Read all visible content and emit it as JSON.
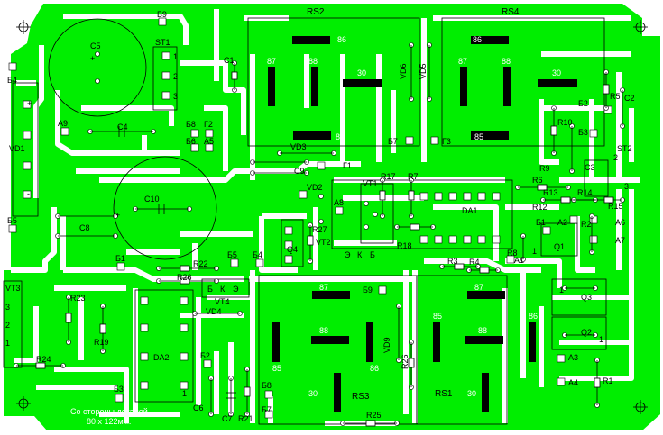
{
  "board": {
    "note_line1": "Со стороны деталей.",
    "note_line2": "80 x 122мм.",
    "colors": {
      "copper": "#00ee00",
      "board": "#ffffff",
      "ink": "#000000",
      "pad": "#ffffff"
    }
  },
  "relays": [
    {
      "ref": "RS2",
      "p86": "86",
      "p87": "87",
      "p88": "88",
      "p30": "30",
      "p85": "85"
    },
    {
      "ref": "RS4",
      "p86": "86",
      "p87": "87",
      "p88": "88",
      "p30": "30",
      "p85": "85"
    },
    {
      "ref": "RS3",
      "p86": "86",
      "p87": "87",
      "p88": "88",
      "p30": "30",
      "p85": "85"
    },
    {
      "ref": "RS1",
      "p86": "86",
      "p87": "87",
      "p88": "88",
      "p30": "30",
      "p85": "85"
    }
  ],
  "labels": {
    "B9": "Б9",
    "ST1": "ST1",
    "C5": "C5",
    "C1": "C1",
    "B4": "Б4",
    "VD1": "VD1",
    "B5": "Б5",
    "A9": "A9",
    "C4": "C4",
    "B8": "Б8",
    "G2": "Г2",
    "B6": "Б6",
    "A5": "A5",
    "VD6": "VD6",
    "VD5": "VD5",
    "B7": "Б7",
    "G3": "Г3",
    "VD3": "VD3",
    "R5": "R5",
    "C2": "C2",
    "B2": "Б2",
    "R10": "R10",
    "B3": "Б3",
    "ST2": "ST2",
    "R9": "R9",
    "C3": "C3",
    "G1": "Г1",
    "C9": "C9",
    "VD2": "VD2",
    "R17": "R17",
    "R7": "R7",
    "VT1": "VT1",
    "R6": "R6",
    "R13": "R13",
    "R14": "R14",
    "R15": "R15",
    "C10": "C10",
    "A8": "A8",
    "DA1": "DA1",
    "R12": "R12",
    "B1": "Б1",
    "A2": "A2",
    "R2": "R2",
    "A6": "A6",
    "C8": "C8",
    "R27": "R27",
    "VT2": "VT2",
    "R18": "R18",
    "R8": "R8",
    "Q1": "Q1",
    "A7": "A7",
    "Q4": "Q4",
    "E": "Э",
    "K": "К",
    "Bs": "Б",
    "R3": "R3",
    "R4": "R4",
    "A1": "A1",
    "B1b": "Б1",
    "B5b": "Б5",
    "B4b": "Б4",
    "R22": "R22",
    "R26": "R26",
    "VT3": "VT3",
    "R23": "R23",
    "VT4": "VT4",
    "VD4": "VD4",
    "B9b": "Б9",
    "Q3": "Q3",
    "Q2": "Q2",
    "R19": "R19",
    "DA2": "DA2",
    "B2b": "Б2",
    "VD9": "VD9",
    "R24": "R24",
    "A3": "A3",
    "A4": "A4",
    "R1": "R1",
    "B3b": "Б3",
    "C6": "C6",
    "C7": "C7",
    "R21": "R21",
    "B8b": "Б8",
    "B7b": "Б7",
    "R25": "R25",
    "R26b": "R26",
    "pin1": "1",
    "pin2": "2",
    "pin3": "3",
    "plus": "+",
    "minus": "-"
  }
}
